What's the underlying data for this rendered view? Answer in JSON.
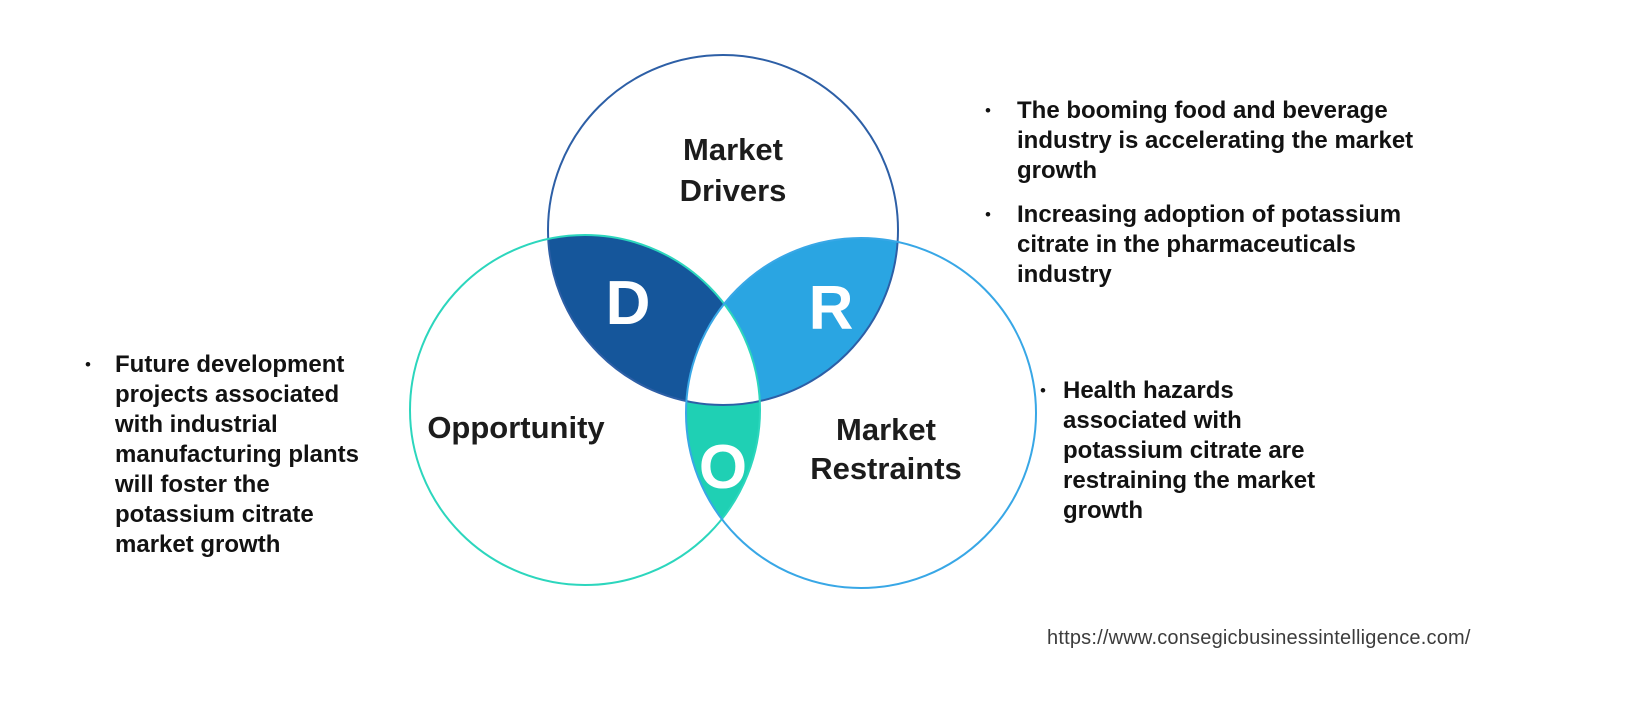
{
  "venn": {
    "drivers": {
      "label_line1": "Market",
      "label_line2": "Drivers",
      "letter": "D",
      "outline_color": "#2d5fa6",
      "lens_fill": "#15569b"
    },
    "opportunity": {
      "label": "Opportunity",
      "letter": "O",
      "outline_color": "#2cd6bd",
      "lens_fill": "#1fd0b4"
    },
    "restraints": {
      "label_line1": "Market",
      "label_line2": "Restraints",
      "letter": "R",
      "outline_color": "#38a7e6",
      "lens_fill": "#2aa5e2"
    }
  },
  "annotations": {
    "bullet_marker": "•",
    "drivers_points": [
      "The booming food and beverage industry is accelerating the market growth",
      "Increasing adoption of potassium citrate in the pharmaceuticals industry"
    ],
    "opportunity_points": [
      "Future development projects associated with industrial manufacturing plants will foster the potassium citrate market growth"
    ],
    "restraints_points": [
      "Health hazards associated with potassium citrate are restraining the market growth"
    ]
  },
  "footer": {
    "url": "https://www.consegicbusinessintelligence.com/"
  }
}
